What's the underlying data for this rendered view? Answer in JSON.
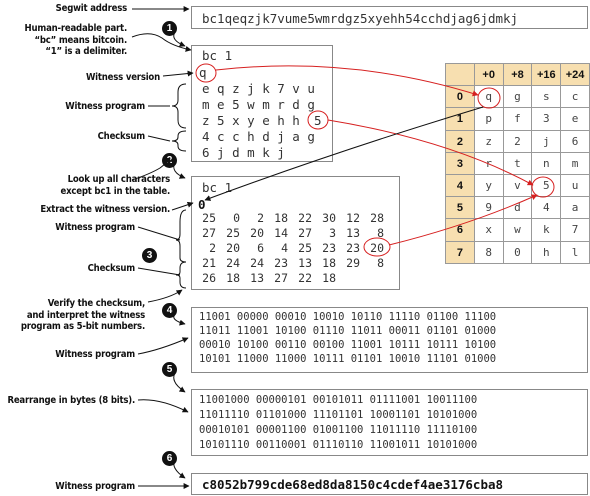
{
  "labels": {
    "segwit_address": "Segwit address",
    "human_readable_1": "Human-readable part.",
    "human_readable_2": "“bc” means bitcoin.",
    "human_readable_3": "“1” is a delimiter.",
    "witness_version": "Witness version",
    "witness_program_1": "Witness program",
    "checksum_1": "Checksum",
    "lookup_1": "Look up all characters",
    "lookup_2": "except bc1 in the table.",
    "extract_version": "Extract the witness version.",
    "witness_program_2": "Witness program",
    "checksum_2": "Checksum",
    "verify_1": "Verify the checksum,",
    "verify_2": "and interpret the witness",
    "verify_3": "program as 5-bit numbers.",
    "witness_program_3": "Witness program",
    "rearrange": "Rearrange in bytes (8 bits).",
    "witness_program_4": "Witness program"
  },
  "steps": [
    "1",
    "2",
    "3",
    "4",
    "5",
    "6"
  ],
  "address": "bc1qeqzjk7vume5wmrdgz5xyehh54cchdjag6jdmkj",
  "box2": {
    "hrp": "bc 1",
    "version": "q",
    "program_rows": [
      "e q z j k 7 v u",
      "m e 5 w m r d g",
      "z 5 x y e h h"
    ],
    "highlight": "5",
    "checksum_rows": [
      "4 c c h d j a g",
      "6 j d m k j"
    ]
  },
  "box3": {
    "hrp": "bc 1",
    "version": "0",
    "program_rows": [
      [
        "25",
        "0",
        "2",
        "18",
        "22",
        "30",
        "12",
        "28"
      ],
      [
        "27",
        "25",
        "20",
        "14",
        "27",
        "3",
        "13",
        "8"
      ],
      [
        "2",
        "20",
        "6",
        "4",
        "25",
        "23",
        "23",
        "20"
      ]
    ],
    "checksum_rows": [
      [
        "21",
        "24",
        "24",
        "23",
        "13",
        "18",
        "29",
        "8"
      ],
      [
        "26",
        "18",
        "13",
        "27",
        "22",
        "18"
      ]
    ]
  },
  "box4": {
    "rows": [
      "11001 00000 00010 10010 10110 11110 01100 11100",
      "11011 11001 10100 01110 11011 00011 01101 01000",
      "00010 10100 00110 00100 11001 10111 10111 10100"
    ],
    "last_row": "10101 11000 11000 10111 01101 10010 11101 01000"
  },
  "box5": {
    "rows": [
      "11001000 00000101 00101011 01111001 10011100",
      "11011110 01101000 11101101 10001101 10101000",
      "00010101 00001100 01001100 11011110 11110100",
      "10101110 00110001 01110110 11001011 10101000"
    ]
  },
  "final_hex": "c8052b799cde68ed8da8150c4cdef4ae3176cba8",
  "table": {
    "col_headers": [
      "+0",
      "+8",
      "+16",
      "+24"
    ],
    "row_headers": [
      "0",
      "1",
      "2",
      "3",
      "4",
      "5",
      "6",
      "7"
    ],
    "cells": [
      [
        "q",
        "g",
        "s",
        "c"
      ],
      [
        "p",
        "f",
        "3",
        "e"
      ],
      [
        "z",
        "2",
        "j",
        "6"
      ],
      [
        "r",
        "t",
        "n",
        "m"
      ],
      [
        "y",
        "v",
        "5",
        "u"
      ],
      [
        "9",
        "d",
        "4",
        "a"
      ],
      [
        "x",
        "w",
        "k",
        "7"
      ],
      [
        "8",
        "0",
        "h",
        "l"
      ]
    ]
  },
  "colors": {
    "highlight": "#d62020",
    "table_header": "#f7dfb0"
  }
}
